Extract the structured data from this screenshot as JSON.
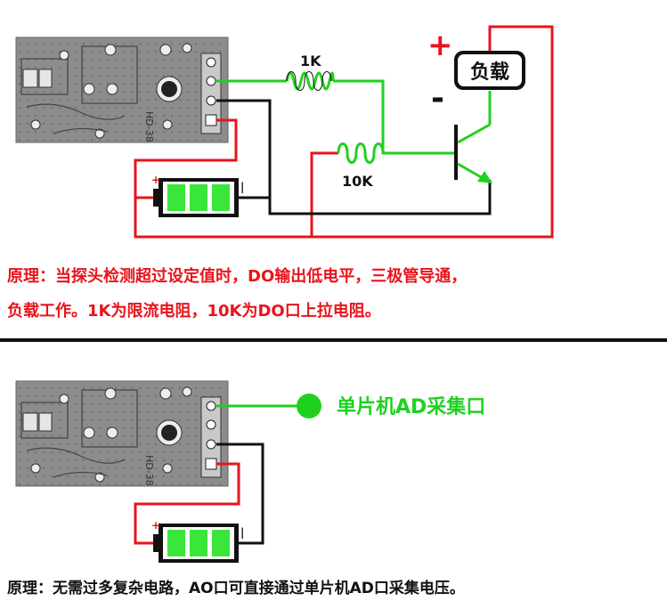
{
  "colors": {
    "red_wire": "#e8141b",
    "green_wire": "#1fd11f",
    "black_wire": "#111111",
    "board": "#8c8c8c",
    "cell": "#3be63b"
  },
  "top": {
    "board_text": "HD-38",
    "resistor_1k": "1K",
    "resistor_10k": "10K",
    "load_label": "负载",
    "plus_sign": "+",
    "minus_sign": "-",
    "battery_plus": "+",
    "battery_minus": "|",
    "principle_line1": "原理：当探头检测超过设定值时，DO输出低电平，三极管导通，",
    "principle_line2": "负载工作。1K为限流电阻，10K为DO口上拉电阻。"
  },
  "bottom": {
    "board_text": "HD-38",
    "mcu_label": "单片机AD采集口",
    "battery_plus": "+",
    "battery_minus": "|",
    "principle": "原理：无需过多复杂电路，AO口可直接通过单片机AD口采集电压。"
  }
}
